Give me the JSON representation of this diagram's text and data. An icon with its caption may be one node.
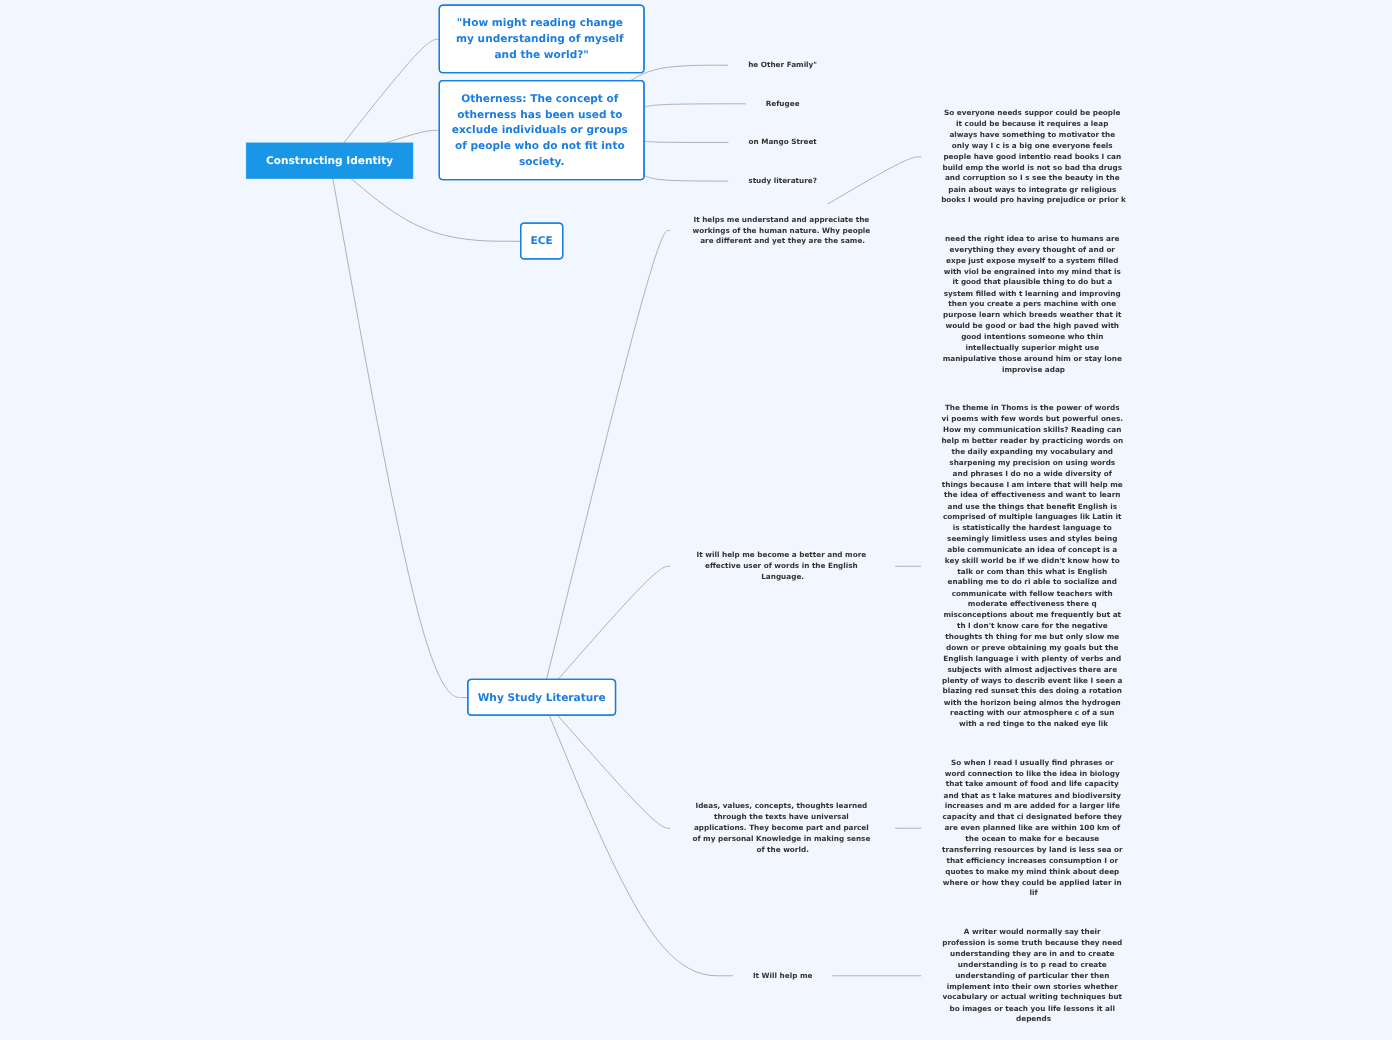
{
  "diagram": {
    "nodes": [
      {
        "text": [
          "Constructing Identity"
        ]
      },
      {
        "text": [
          "\"How might reading change my understanding of myself and the world?\""
        ]
      },
      {
        "text": [
          "Otherness: The concept of otherness has been used to exclude individuals or groups of people who do not fit into society."
        ]
      },
      {
        "text": [
          "ECE"
        ]
      },
      {
        "text": [
          "Why Study Literature"
        ]
      },
      {
        "text": [
          "he Other Family\""
        ]
      },
      {
        "text": [
          "Refugee"
        ]
      },
      {
        "text": [
          "on Mango Street"
        ]
      },
      {
        "text": [
          "study literature?"
        ]
      },
      {
        "text": [
          "It helps me understand and appreciate the workings of the human nature. Why people are different and yet they are the same."
        ]
      },
      {
        "text": [
          "It will help me become a better and more effective user of words in the English Language."
        ]
      },
      {
        "text": [
          "Ideas, values, concepts, thoughts learned through the texts have universal applications. They become part and parcel of my personal Knowledge in making sense of the world."
        ]
      },
      {
        "text": [
          "It Will help me"
        ]
      },
      {
        "text": [
          "need the right idea to arise to humans are everything they every thought of and or expe just expose myself to a system filled with viol be engrained into my mind that is it good that plausible thing to do but a system filled with t learning and improving then you create a pers machine with one purpose learn which breeds weather that it would be good or bad the high paved with good intentions someone who thin intellectually superior might use manipulative those around him or stay lone improvise adap"
        ]
      },
      {
        "text": [
          "So everyone needs suppor could be people it could be because it requires a leap always have something to motivator the only way I c is a big one everyone feels people have good intentio read books I can build emp the world is not so bad tha drugs and corruption so I s see the beauty in the pain about ways to integrate gr religious books I would pro having prejudice or prior k"
        ]
      },
      {
        "text": [
          "The theme in Thoms is the power of words vi poems with few words but powerful ones. How my communication skills? Reading can help m better reader by practicing words on the daily expanding my vocabulary and sharpening my precision on using words and phrases I do no a wide diversity of things because I am intere that will help me the idea of effectiveness and want to learn and use the things that benefit English is comprised of multiple languages lik Latin it is statistically the hardest language to seemingly limitless uses and styles being able communicate an idea of concept is a key skill world be if we didn't know how to talk or com than this what is English enabling me to do ri able to socialize and communicate with fellow teachers with moderate effectiveness there q misconceptions about me frequently but at th I don't know care for the negative thoughts th thing for me but only slow me down or preve obtaining my goals but the English language i with plenty of verbs and subjects with almost adjectives there are plenty of ways to describ event like I seen a blazing red sunset this des doing a rotation with the horizon being almos the hydrogen reacting with our atmosphere c of a sun with a red tinge to the naked eye lik"
        ]
      },
      {
        "text": [
          "So when I read I usually find phrases or word connection to like the idea in biology that take amount of food and life capacity and that as t lake matures and biodiversity increases and m are added for a larger life capacity and that ci designated before they are even planned like are within 100 km of the ocean to make for e because transferring resources by land is less sea or that efficiency increases consumption I or quotes to make my mind think about deep where or how they could be applied later in lif"
        ]
      },
      {
        "text": [
          "A writer would normally say their profession is some truth because they need understanding they are in and to create understanding is to p read to create understanding of particular ther then implement into their own stories whether vocabulary or actual writing techniques but bo images or teach you life lessons it all depends"
        ]
      }
    ],
    "edges": [
      {
        "from": 0,
        "to": 1,
        "arrow": "none"
      },
      {
        "from": 0,
        "to": 2,
        "arrow": "none"
      },
      {
        "from": 0,
        "to": 3,
        "arrow": "none"
      },
      {
        "from": 0,
        "to": 4,
        "arrow": "none"
      },
      {
        "from": 2,
        "to": 5,
        "arrow": "none"
      },
      {
        "from": 2,
        "to": 6,
        "arrow": "none"
      },
      {
        "from": 2,
        "to": 7,
        "arrow": "none"
      },
      {
        "from": 2,
        "to": 8,
        "arrow": "none"
      },
      {
        "from": 4,
        "to": 9,
        "arrow": "none"
      },
      {
        "from": 4,
        "to": 10,
        "arrow": "none"
      },
      {
        "from": 4,
        "to": 11,
        "arrow": "none"
      },
      {
        "from": 4,
        "to": 12,
        "arrow": "none"
      },
      {
        "from": 9,
        "to": 14,
        "arrow": "none"
      },
      {
        "from": 10,
        "to": 15,
        "arrow": "none"
      },
      {
        "from": 11,
        "to": 16,
        "arrow": "none"
      },
      {
        "from": 12,
        "to": 17,
        "arrow": "none"
      }
    ]
  }
}
